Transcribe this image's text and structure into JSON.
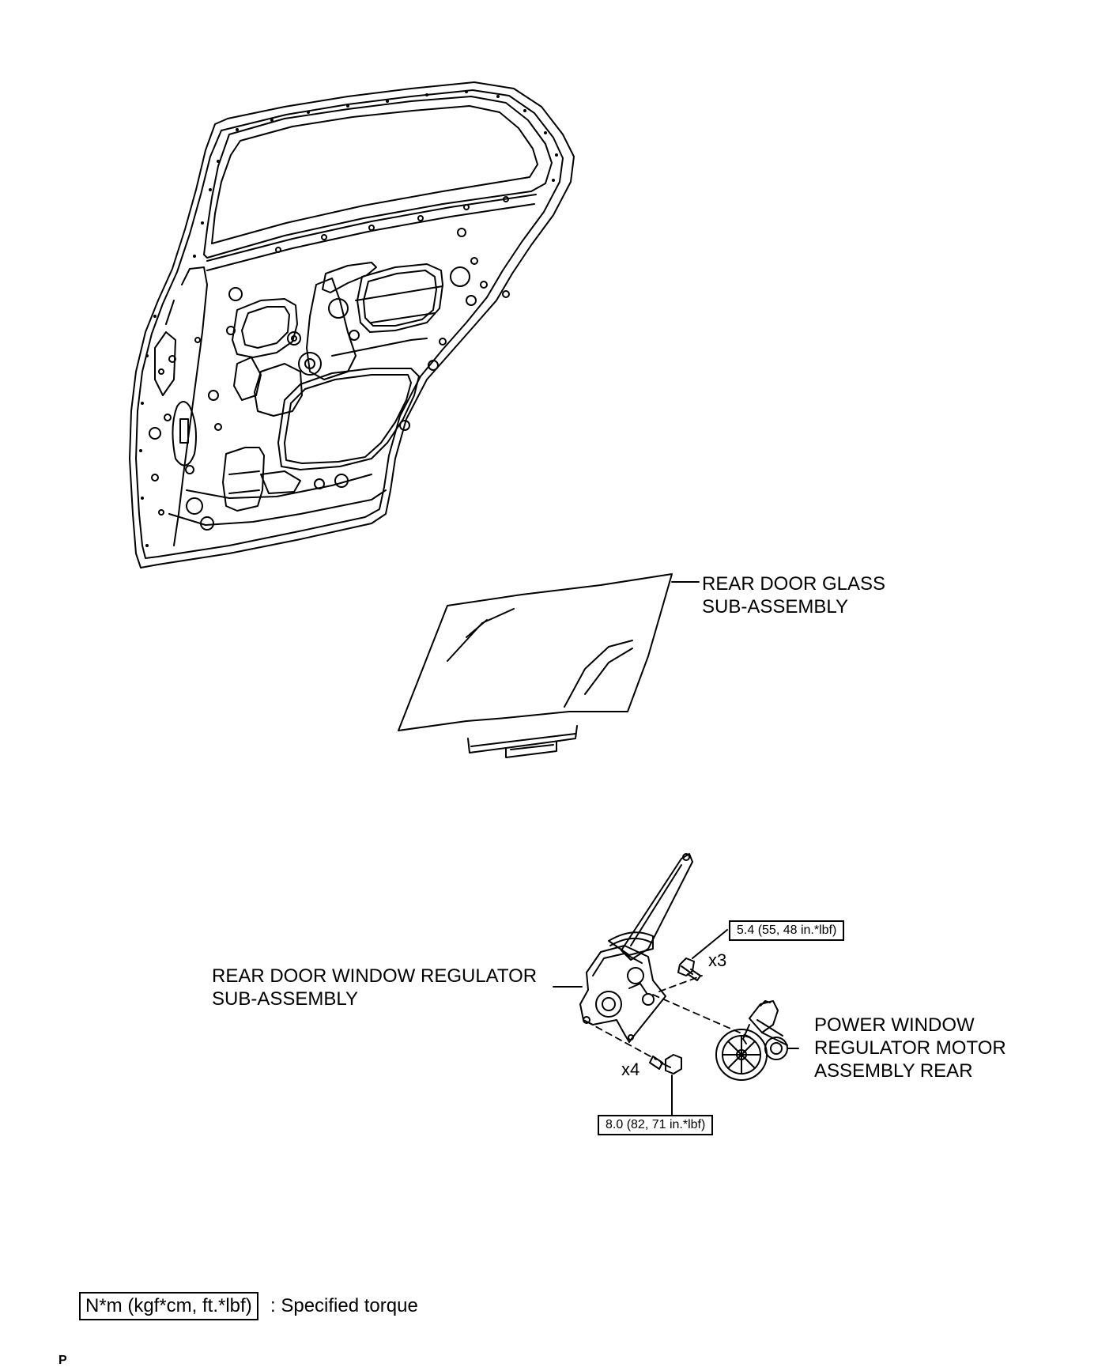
{
  "parts": {
    "glass": {
      "line1": "REAR DOOR GLASS",
      "line2": "SUB-ASSEMBLY"
    },
    "regulator": {
      "line1": "REAR DOOR WINDOW REGULATOR",
      "line2": "SUB-ASSEMBLY"
    },
    "motor": {
      "line1": "POWER WINDOW",
      "line2": "REGULATOR MOTOR",
      "line3": "ASSEMBLY REAR"
    }
  },
  "fasteners": {
    "upper": {
      "torque": "5.4 (55, 48 in.*lbf)",
      "quantity": "x3"
    },
    "lower": {
      "torque": "8.0 (82, 71 in.*lbf)",
      "quantity": "x4"
    }
  },
  "legend": {
    "unit": "N*m (kgf*cm, ft.*lbf)",
    "description": ": Specified torque"
  },
  "page_code": "P"
}
